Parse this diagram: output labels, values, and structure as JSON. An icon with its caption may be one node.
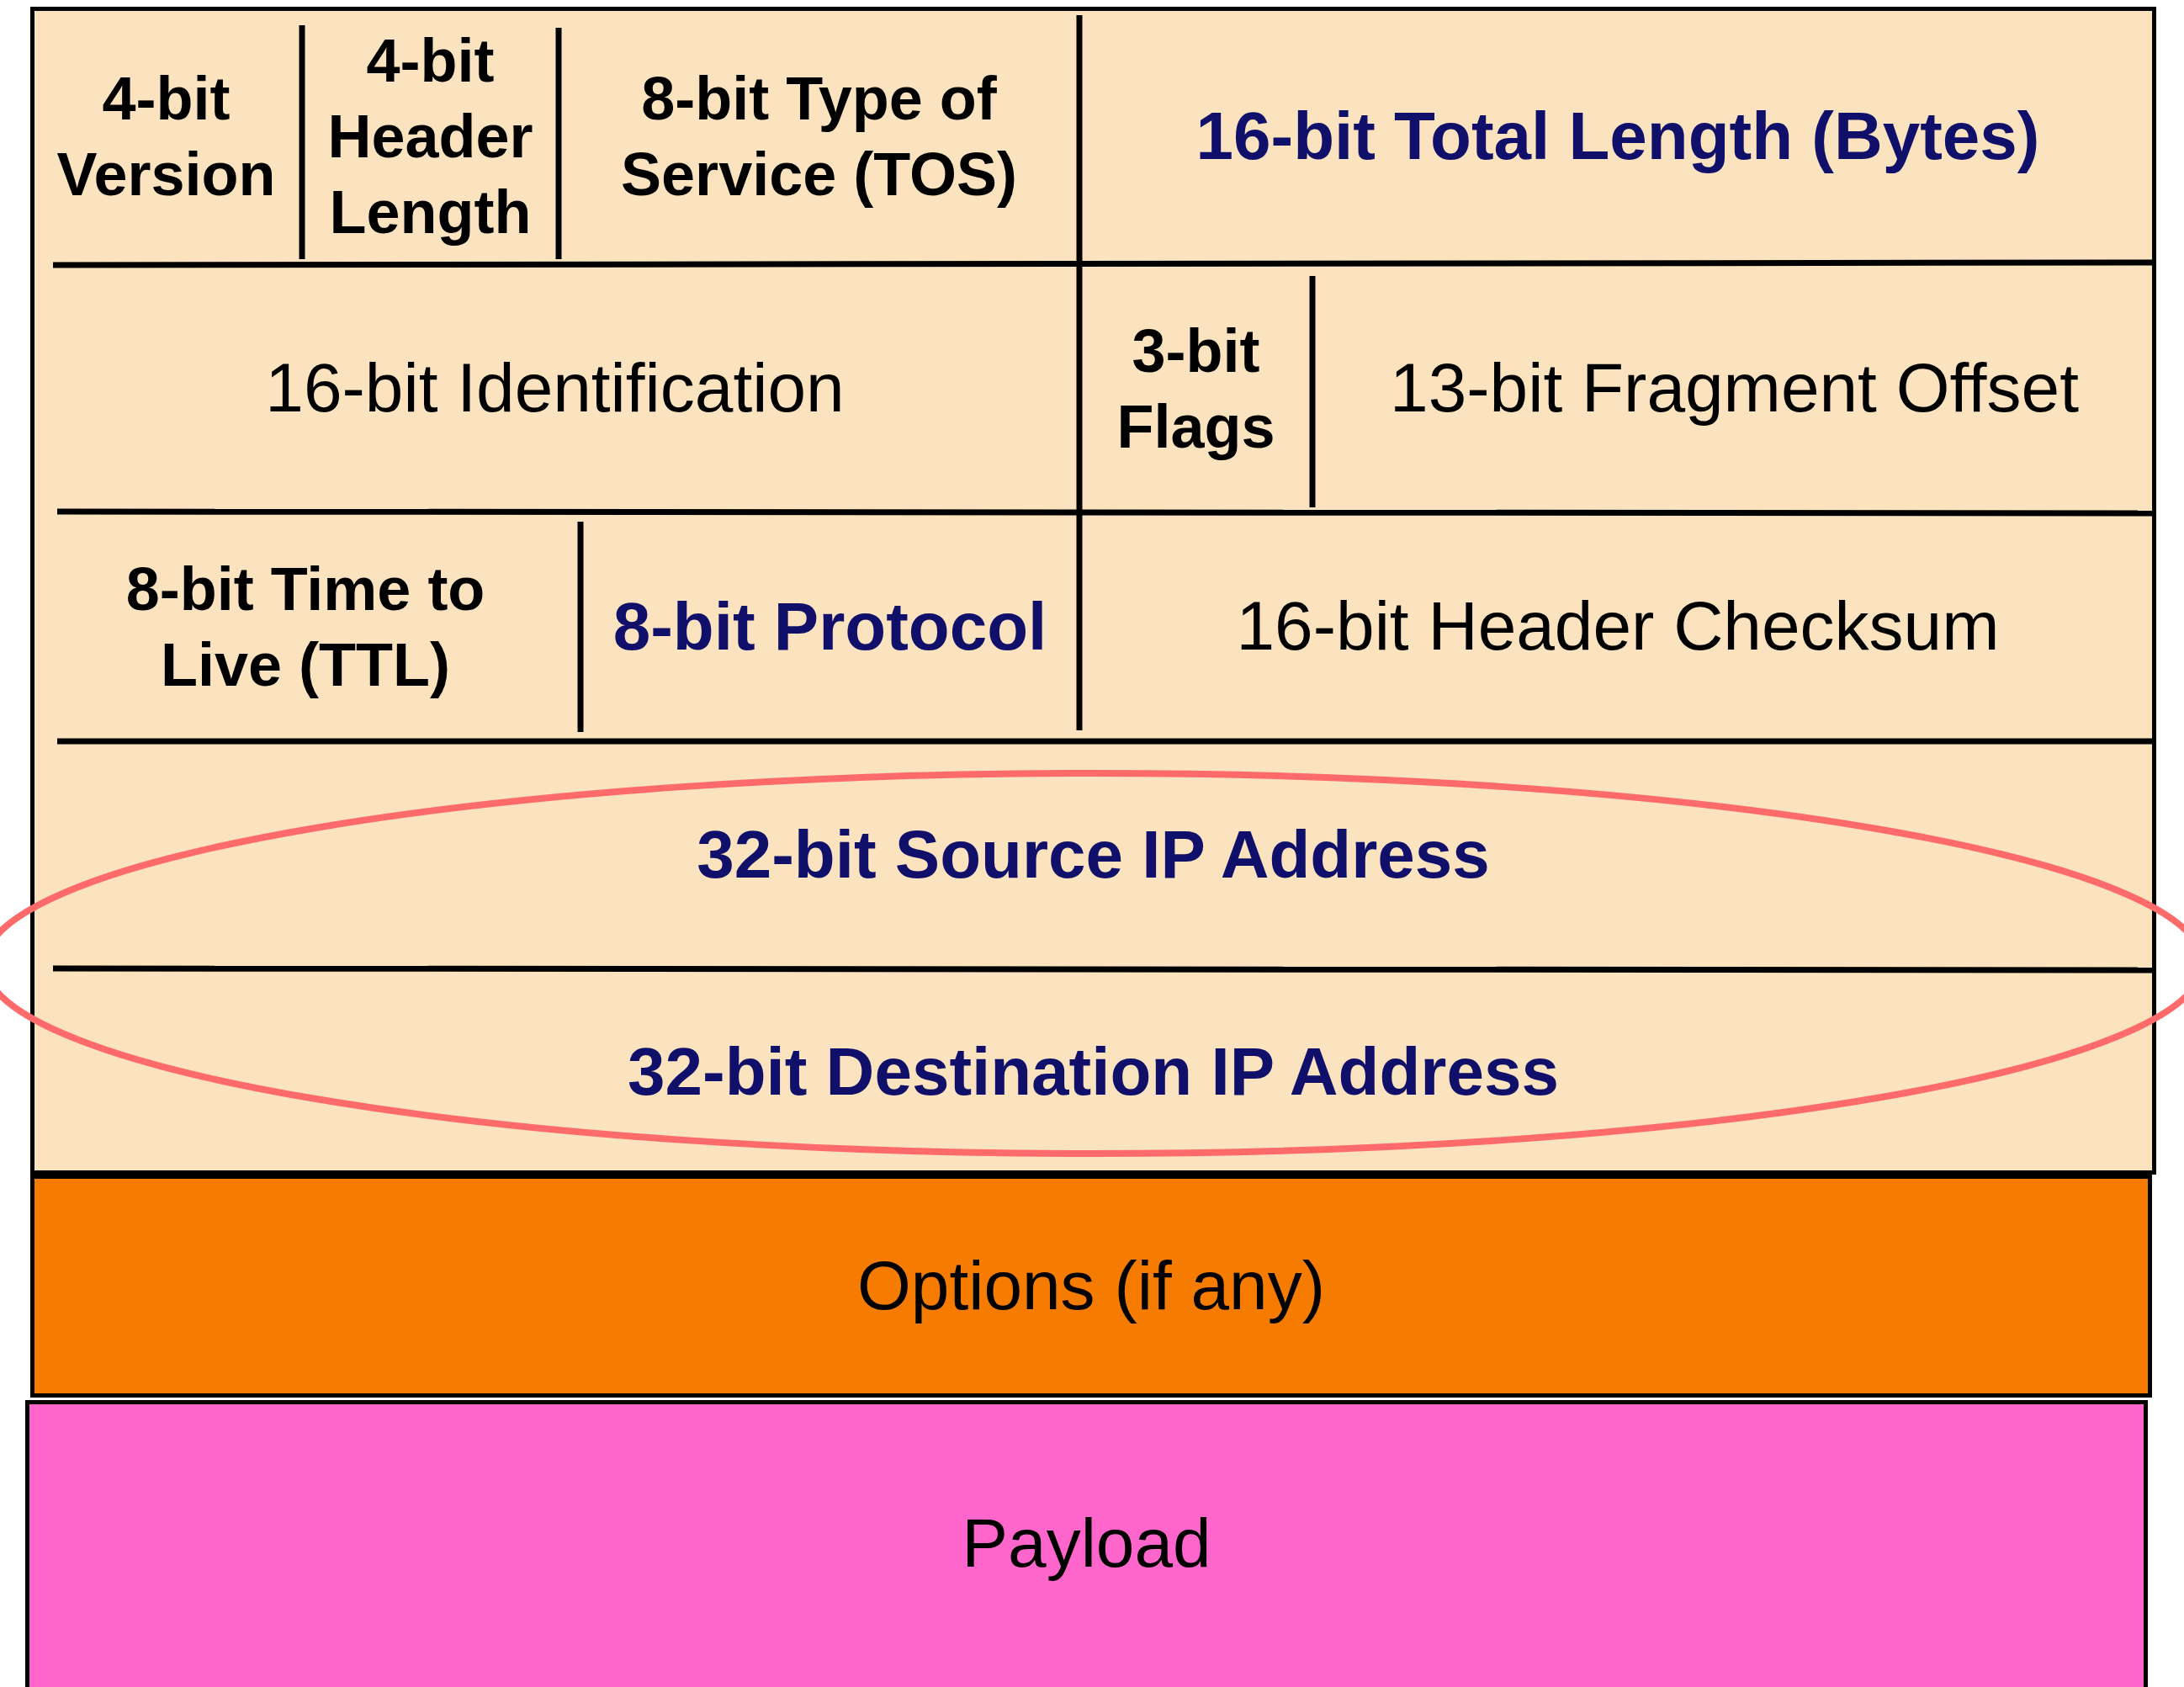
{
  "diagram": {
    "nodes": [
      {
        "text": [],
        "shape": "box"
      },
      {
        "text": [
          "4-bit Version"
        ],
        "in": 0
      },
      {
        "text": [
          "4-bit Header Length"
        ],
        "in": 0
      },
      {
        "text": [
          "8-bit Type of Service (TOS)"
        ],
        "in": 0
      },
      {
        "text": [
          "16-bit Total Length (Bytes)"
        ],
        "in": 0
      },
      {
        "text": [
          "16-bit Identification"
        ],
        "in": 0
      },
      {
        "text": [
          "3-bit Flags"
        ],
        "in": 0
      },
      {
        "text": [
          "13-bit Fragment Offset"
        ],
        "in": 0
      },
      {
        "text": [
          "8-bit Time to Live (TTL)"
        ],
        "in": 0
      },
      {
        "text": [
          "8-bit Protocol"
        ],
        "in": 0
      },
      {
        "text": [
          "16-bit Header Checksum"
        ],
        "in": 0
      },
      {
        "text": [
          "32-bit Source IP Address"
        ],
        "in": 0
      },
      {
        "text": [
          "32-bit Destination IP Address"
        ],
        "in": 0
      },
      {
        "text": [
          "Options (if any)"
        ]
      },
      {
        "text": [
          "Payload"
        ]
      }
    ],
    "edges": []
  }
}
